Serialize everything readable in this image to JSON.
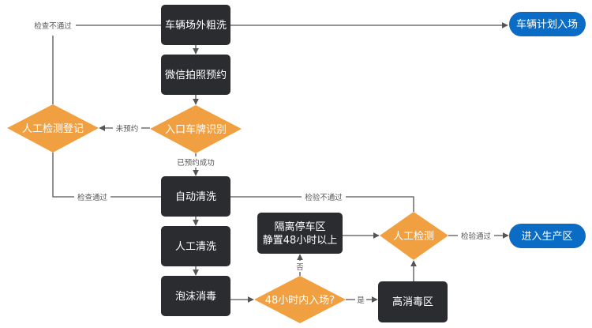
{
  "colors": {
    "process": "#2b2c30",
    "decision": "#f0a040",
    "terminal": "#0a6cc4",
    "edge": "#555555",
    "text_on_node": "#ffffff",
    "edge_label": "#555555"
  },
  "nodes": {
    "rough_wash": {
      "label": "车辆场外粗洗",
      "type": "process"
    },
    "wechat_booking": {
      "label": "微信拍照预约",
      "type": "process"
    },
    "plate_recognition": {
      "label": "入口车牌识别",
      "type": "decision"
    },
    "manual_register": {
      "label": "人工检测登记",
      "type": "decision"
    },
    "auto_wash": {
      "label": "自动清洗",
      "type": "process"
    },
    "manual_wash": {
      "label": "人工清洗",
      "type": "process"
    },
    "foam_disinfect": {
      "label": "泡沫消毒",
      "type": "process"
    },
    "within_48h": {
      "label": "48小时内入场?",
      "type": "decision"
    },
    "isolation_parking": {
      "label_line1": "隔离停车区",
      "label_line2": "静置48小时以上",
      "type": "process"
    },
    "high_disinfect": {
      "label": "高消毒区",
      "type": "process"
    },
    "manual_inspection": {
      "label": "人工检测",
      "type": "decision"
    },
    "planned_entry": {
      "label": "车辆计划入场",
      "type": "terminal"
    },
    "enter_production": {
      "label": "进入生产区",
      "type": "terminal"
    }
  },
  "edges": {
    "inspect_fail_top": "检查不通过",
    "not_booked": "未预约",
    "booked_success": "已预约成功",
    "inspect_pass": "检查通过",
    "verify_fail": "检验不通过",
    "verify_pass": "检验通过",
    "no": "否",
    "yes": "是"
  }
}
